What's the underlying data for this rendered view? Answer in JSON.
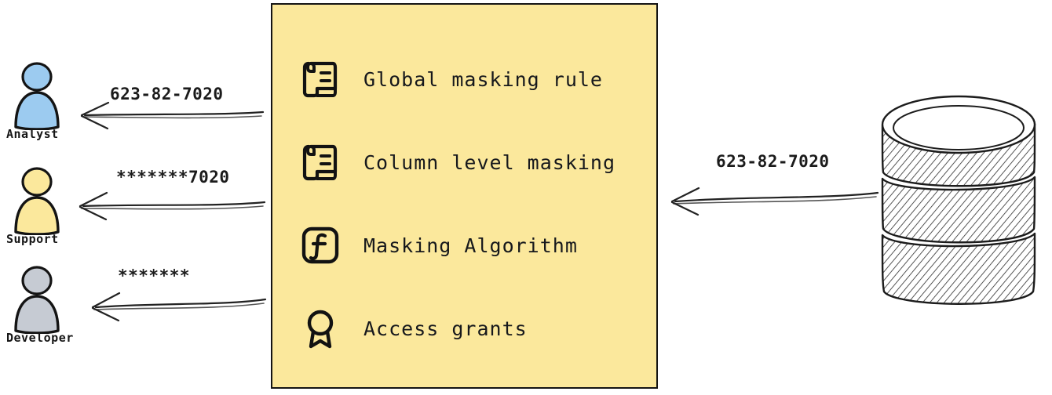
{
  "diagram": {
    "type": "data-masking-flow",
    "background": "#ffffff",
    "panel_fill": "#FBE89C",
    "stroke": "#141414"
  },
  "actors": [
    {
      "id": "analyst",
      "label": "Analyst",
      "icon": "person-icon",
      "color": "#9CCBF0",
      "arrow_label": "623-82-7020",
      "arrow_direction": "right-to-left"
    },
    {
      "id": "support",
      "label": "Support",
      "icon": "person-icon",
      "color": "#FBE89C",
      "arrow_label": "*******7020",
      "arrow_direction": "right-to-left"
    },
    {
      "id": "developer",
      "label": "Developer",
      "icon": "person-icon",
      "color": "#C6CBD3",
      "arrow_label": "*******",
      "arrow_direction": "right-to-left"
    }
  ],
  "panel": {
    "items": [
      {
        "icon": "scroll-icon",
        "label": "Global masking rule"
      },
      {
        "icon": "scroll-icon",
        "label": "Column level masking"
      },
      {
        "icon": "function-icon",
        "label": "Masking Algorithm"
      },
      {
        "icon": "award-icon",
        "label": "Access grants"
      }
    ]
  },
  "database": {
    "icon": "database-cylinder-icon",
    "arrow_label": "623-82-7020",
    "arrow_direction": "right-to-left",
    "segments": 3
  }
}
